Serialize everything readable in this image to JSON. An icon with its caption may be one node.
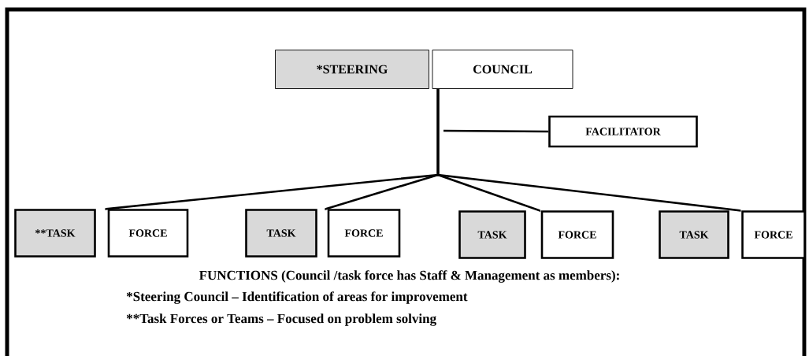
{
  "diagram": {
    "nodes": [
      {
        "text": [
          "*STEERING"
        ]
      },
      {
        "text": [
          "COUNCIL"
        ]
      },
      {
        "text": [
          "FACILITATOR"
        ]
      },
      {
        "text": [
          "**TASK"
        ]
      },
      {
        "text": [
          "FORCE"
        ]
      },
      {
        "text": [
          "TASK"
        ]
      },
      {
        "text": [
          "FORCE"
        ]
      },
      {
        "text": [
          "TASK"
        ]
      },
      {
        "text": [
          "FORCE"
        ]
      },
      {
        "text": [
          "TASK"
        ]
      },
      {
        "text": [
          "FORCE"
        ]
      }
    ],
    "edges": [
      {
        "from": null,
        "to": 2,
        "arrow": "none"
      },
      {
        "from": 1,
        "to": 4,
        "arrow": "none"
      },
      {
        "from": 1,
        "to": 6,
        "arrow": "none"
      },
      {
        "from": 1,
        "to": 8,
        "arrow": "none"
      },
      {
        "from": 1,
        "to": 10,
        "arrow": "none"
      }
    ],
    "labels": [
      "FUNCTIONS (Council /task force has Staff & Management as members):",
      "*Steering Council – Identification of areas for improvement",
      "**Task Forces or Teams – Focused  on  problem solving"
    ]
  }
}
